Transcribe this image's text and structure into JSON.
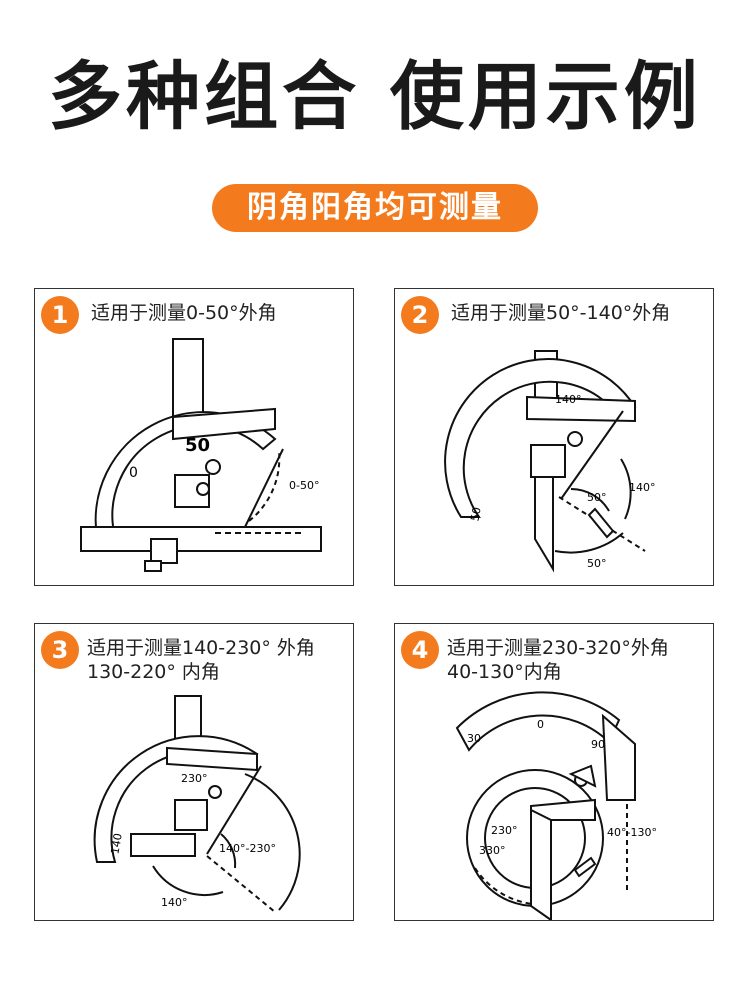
{
  "header": {
    "title": "多种组合 使用示例",
    "subtitle": "阴角阳角均可测量"
  },
  "cards": [
    {
      "number": "1",
      "caption": "适用于测量0-50°外角",
      "scale_labels": [
        "0",
        "50"
      ],
      "angle_label": "0-50°"
    },
    {
      "number": "2",
      "caption": "适用于测量50°-140°外角",
      "scale_labels": [
        "140°",
        "50"
      ],
      "angle_labels": [
        "50°",
        "140°",
        "50°"
      ]
    },
    {
      "number": "3",
      "caption_line1": "适用于测量140-230° 外角",
      "caption_line2": "130-220° 内角",
      "scale_labels": [
        "230°",
        "140"
      ],
      "angle_labels": [
        "140°-230°",
        "140°"
      ]
    },
    {
      "number": "4",
      "caption_line1": "适用于测量230-320°外角",
      "caption_line2": "40-130°内角",
      "scale_labels": [
        "30",
        "0",
        "90"
      ],
      "angle_labels": [
        "230°",
        "330°",
        "40°-130°"
      ]
    }
  ],
  "colors": {
    "accent": "#f37b1d",
    "ink": "#1a1a1a"
  }
}
